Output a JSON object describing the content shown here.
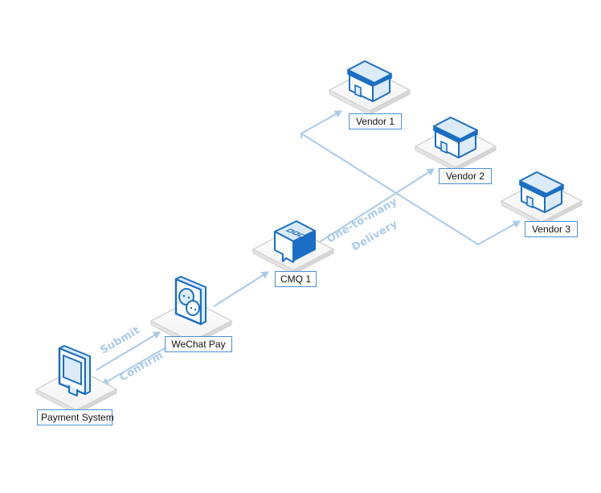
{
  "nodes": {
    "payment_system": {
      "label": "Payment System",
      "icon": "monitor-icon"
    },
    "wechat_pay": {
      "label": "WeChat Pay",
      "icon": "wechat-chat-icon"
    },
    "cmq": {
      "label": "CMQ 1",
      "icon": "message-queue-icon"
    },
    "vendor1": {
      "label": "Vendor 1",
      "icon": "store-icon"
    },
    "vendor2": {
      "label": "Vendor 2",
      "icon": "store-icon"
    },
    "vendor3": {
      "label": "Vendor 3",
      "icon": "store-icon"
    }
  },
  "edges": {
    "submit": "Submit",
    "confirm": "Confirm",
    "delivery_line1": "One-to-many",
    "delivery_line2": "Delivery"
  },
  "colors": {
    "icon_stroke": "#1a6fc4",
    "icon_fill": "#dcebfa",
    "arrow": "#a9cbe9",
    "platform": "#d6d6d6",
    "label_border": "#4a8fd6"
  }
}
